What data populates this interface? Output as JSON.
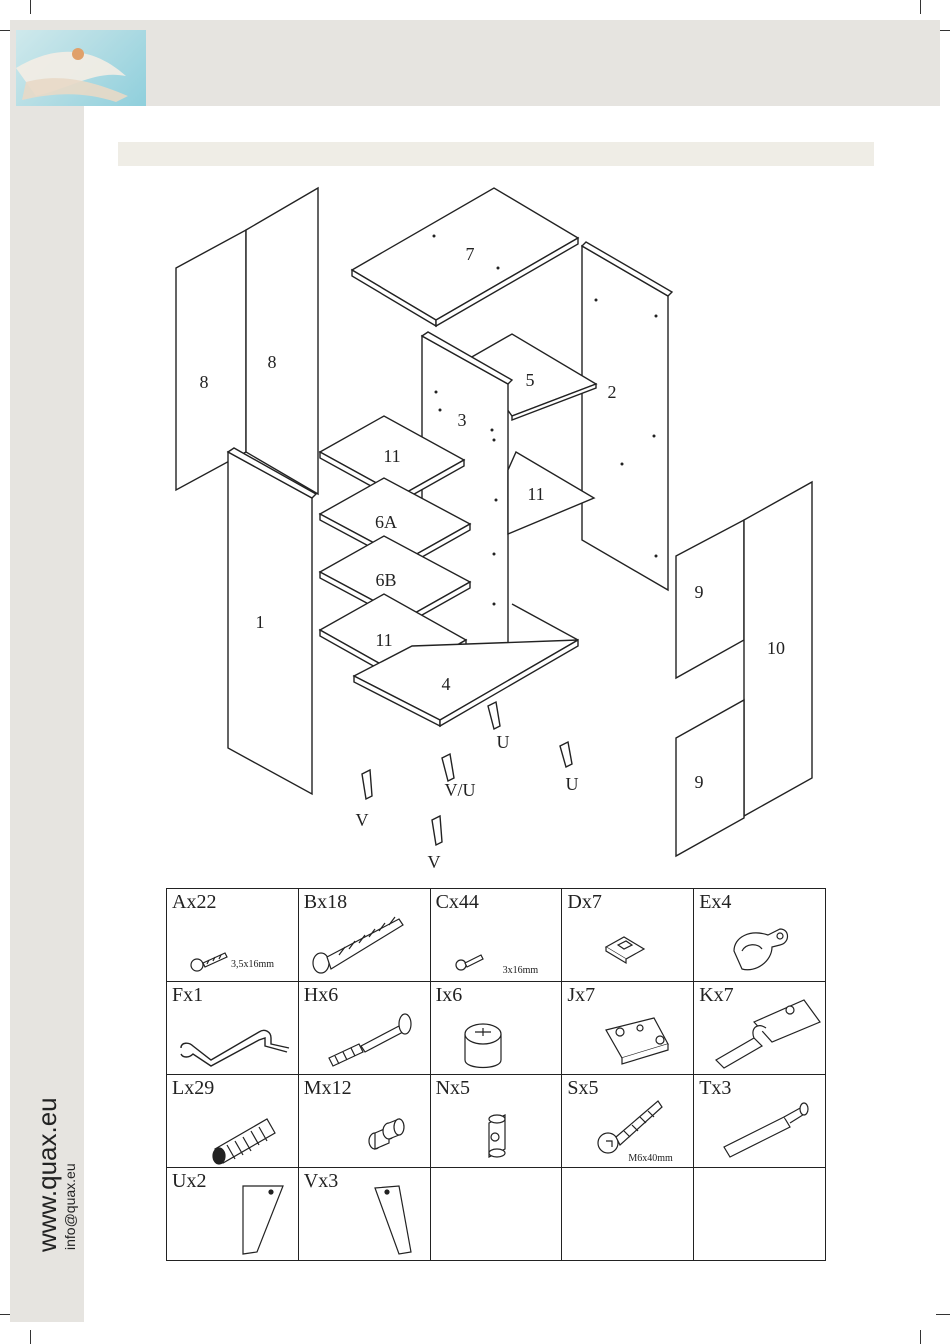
{
  "brand": {
    "website": "www.quax.eu",
    "email": "info@quax.eu"
  },
  "diagram": {
    "panel_labels": [
      "7",
      "8",
      "8",
      "5",
      "2",
      "3",
      "11",
      "11",
      "6A",
      "6B",
      "11",
      "1",
      "4",
      "9",
      "10",
      "9"
    ],
    "leg_labels": [
      "U",
      "V/U",
      "U",
      "V",
      "V"
    ]
  },
  "parts": [
    [
      {
        "code": "Ax22",
        "dim": "3,5x16mm",
        "icon": "screw-icon"
      },
      {
        "code": "Bx18",
        "dim": "",
        "icon": "long-screw-icon"
      },
      {
        "code": "Cx44",
        "dim": "3x16mm",
        "icon": "small-screw-icon"
      },
      {
        "code": "Dx7",
        "dim": "",
        "icon": "shelf-clip-icon"
      },
      {
        "code": "Ex4",
        "dim": "",
        "icon": "rail-holder-icon"
      }
    ],
    [
      {
        "code": "Fx1",
        "dim": "",
        "icon": "hex-key-icon"
      },
      {
        "code": "Hx6",
        "dim": "",
        "icon": "cam-bolt-icon"
      },
      {
        "code": "Ix6",
        "dim": "",
        "icon": "cam-lock-icon"
      },
      {
        "code": "Jx7",
        "dim": "",
        "icon": "hinge-plate-icon"
      },
      {
        "code": "Kx7",
        "dim": "",
        "icon": "hinge-icon"
      }
    ],
    [
      {
        "code": "Lx29",
        "dim": "",
        "icon": "dowel-icon"
      },
      {
        "code": "Mx12",
        "dim": "",
        "icon": "shelf-pin-icon"
      },
      {
        "code": "Nx5",
        "dim": "",
        "icon": "barrel-nut-icon"
      },
      {
        "code": "Sx5",
        "dim": "M6x40mm",
        "icon": "bolt-icon"
      },
      {
        "code": "Tx3",
        "dim": "",
        "icon": "damper-icon"
      }
    ],
    [
      {
        "code": "Ux2",
        "dim": "",
        "icon": "leg-u-icon"
      },
      {
        "code": "Vx3",
        "dim": "",
        "icon": "leg-v-icon"
      },
      {
        "code": "",
        "dim": "",
        "icon": ""
      },
      {
        "code": "",
        "dim": "",
        "icon": ""
      },
      {
        "code": "",
        "dim": "",
        "icon": ""
      }
    ]
  ]
}
